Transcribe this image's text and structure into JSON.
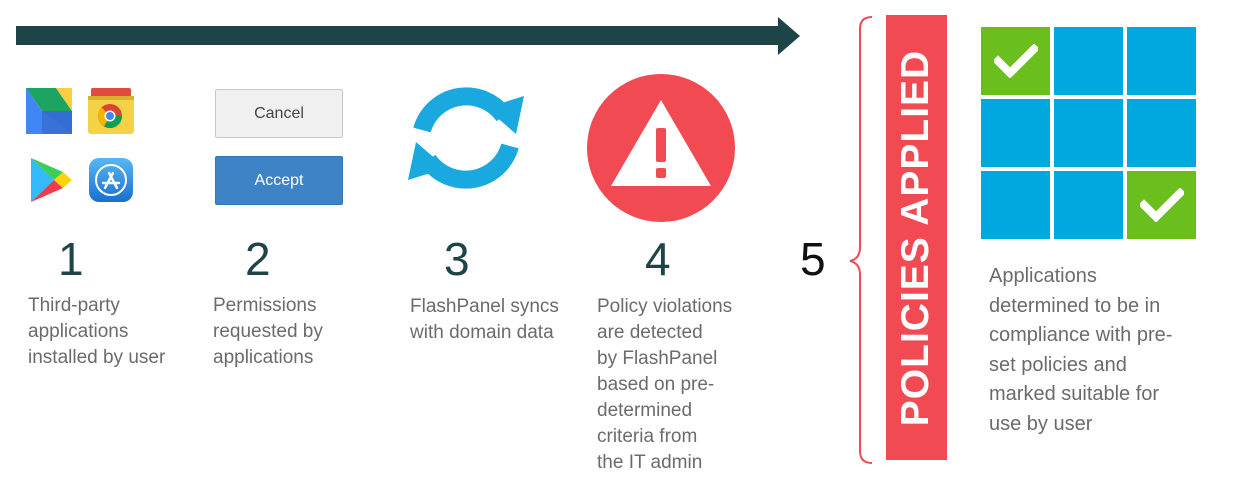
{
  "steps": [
    {
      "number": "1",
      "caption": [
        "Third-party",
        "applications",
        "installed by user"
      ]
    },
    {
      "number": "2",
      "caption": [
        "Permissions",
        "requested by",
        "applications"
      ]
    },
    {
      "number": "3",
      "caption": [
        "FlashPanel syncs",
        "with domain data"
      ]
    },
    {
      "number": "4",
      "caption": [
        "Policy violations",
        "are detected",
        "by FlashPanel",
        "based on pre-",
        "determined",
        "criteria from",
        "the IT admin"
      ]
    },
    {
      "number": "5",
      "caption": [
        "Applications",
        "determined to be in",
        "compliance with pre-",
        "set policies and",
        "marked suitable for",
        "use by user"
      ]
    }
  ],
  "buttons": {
    "cancel_label": "Cancel",
    "accept_label": "Accept"
  },
  "banner": {
    "label": "POLICIES APPLIED"
  },
  "icons": {
    "apps": [
      "google-drive-icon",
      "chrome-web-store-icon",
      "google-play-icon",
      "app-store-icon"
    ],
    "sync": "sync-icon",
    "alert": "warning-icon",
    "check": "checkmark-icon"
  },
  "grid": {
    "rows": 3,
    "cols": 3,
    "checked": [
      [
        true,
        false,
        false
      ],
      [
        false,
        false,
        false
      ],
      [
        false,
        false,
        true
      ]
    ]
  },
  "colors": {
    "arrow": "#1d4446",
    "sync": "#1aa9df",
    "alert": "#f14a52",
    "banner": "#f14a52",
    "tile": "#00a8e0",
    "tile_checked": "#6abf1f",
    "accept_button": "#3d83c6"
  }
}
